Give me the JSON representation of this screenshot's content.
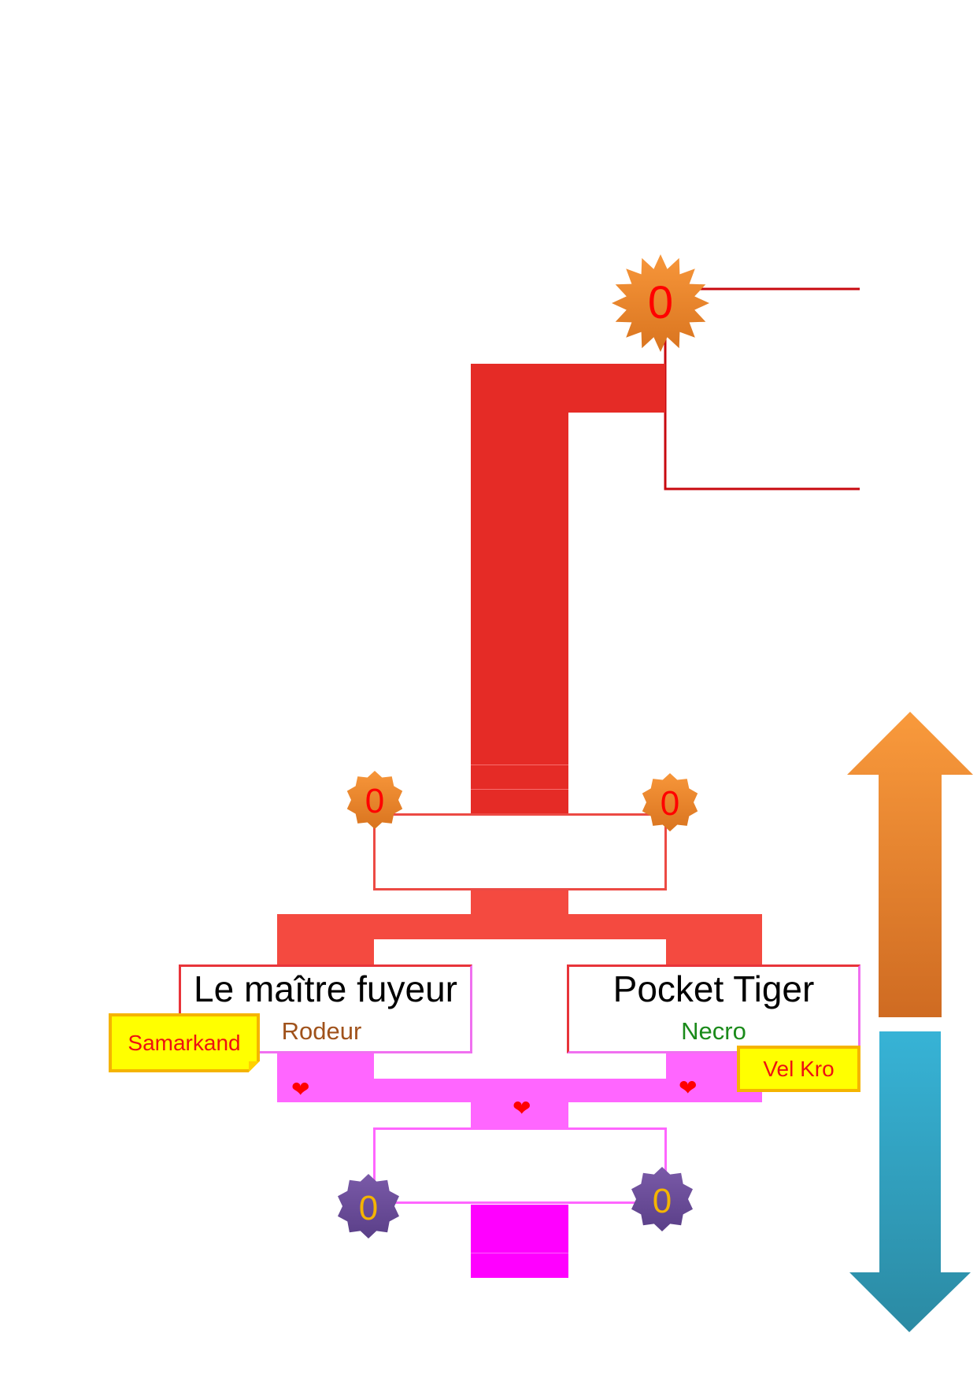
{
  "diagram": {
    "type": "tournament-bracket",
    "top_badge": {
      "value": "0",
      "shape": "starburst",
      "color": "#f08a2c",
      "text_color": "#ff0000"
    },
    "upper_badges": [
      {
        "value": "0",
        "shape": "seal",
        "color": "#f08a2c",
        "text_color": "#ff0000"
      },
      {
        "value": "0",
        "shape": "seal",
        "color": "#f08a2c",
        "text_color": "#ff0000"
      }
    ],
    "players": [
      {
        "name": "Le maître fuyeur",
        "class": "Rodeur",
        "class_color": "#a0521b",
        "note": "Samarkand"
      },
      {
        "name": "Pocket Tiger",
        "class": "Necro",
        "class_color": "#1a8a1a",
        "note": "Vel Kro"
      }
    ],
    "lower_badges": [
      {
        "value": "0",
        "shape": "seal",
        "color": "#6a4f9c",
        "text_color": "#f4b400"
      },
      {
        "value": "0",
        "shape": "seal",
        "color": "#6a4f9c",
        "text_color": "#f4b400"
      }
    ],
    "hearts": [
      "heart-icon",
      "heart-icon",
      "heart-icon"
    ],
    "arrows": [
      {
        "direction": "up",
        "color": "#f4923a"
      },
      {
        "direction": "down",
        "color": "#34afd2"
      }
    ],
    "colors": {
      "upper_bracket": "#e52b26",
      "upper_bracket_light": "#f44a40",
      "lower_bracket": "#ff66ff",
      "lower_block": "#ff00ff",
      "note_bg": "#ffff00",
      "note_text": "#ee1111"
    }
  }
}
